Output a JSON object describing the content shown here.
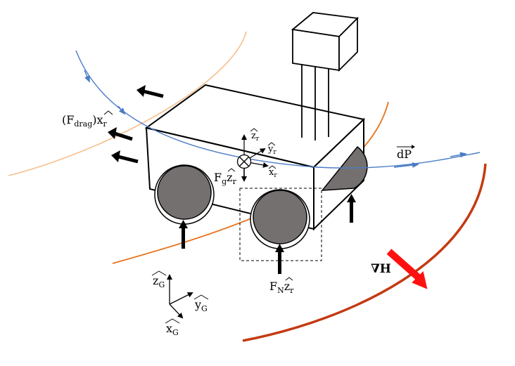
{
  "labels": {
    "drag_F": "(F",
    "drag_sub": "drag",
    "drag_close": ")",
    "drag_vec": "x",
    "drag_vec_sub": "r",
    "zr": "z",
    "zr_sub": "r",
    "yr": "y",
    "yr_sub": "r",
    "xr": "x",
    "xr_sub": "r",
    "fg_F": "F",
    "fg_sub": "g",
    "fg_vec": "z",
    "fg_vec_sub": "r",
    "dp": "dP",
    "fn_F": "F",
    "fn_sub": "N",
    "fn_vec": "z",
    "fn_vec_sub": "r",
    "grad_h": "∇H",
    "zg": "z",
    "zg_sub": "G",
    "yg": "y",
    "yg_sub": "G",
    "xg": "x",
    "xg_sub": "G"
  },
  "colors": {
    "path_blue": "#4a7cc7",
    "contour_light": "#f6c08e",
    "contour_mid": "#e8731e",
    "contour_dark": "#c43a12",
    "gradient_arrow": "#ff1010",
    "wheel_fill": "#757070"
  }
}
